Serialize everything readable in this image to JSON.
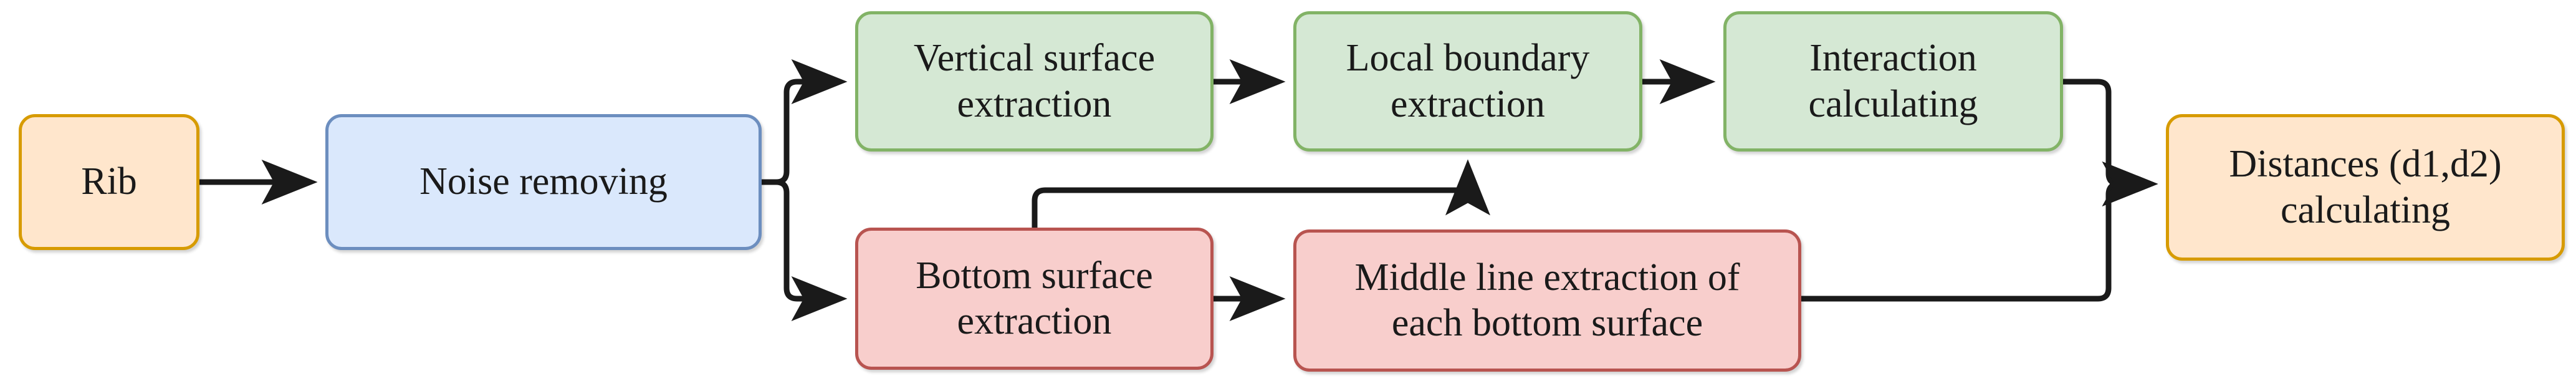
{
  "diagram": {
    "title": "Rib distance calculation pipeline flowchart",
    "background_color": "#ffffff",
    "edge_color": "#1a1a1a",
    "palette": {
      "orange_fill": "#ffe6cc",
      "orange_border": "#d79b00",
      "blue_fill": "#dae8fc",
      "blue_border": "#6c8ebf",
      "green_fill": "#d5e8d4",
      "green_border": "#82b366",
      "red_fill": "#f8cecc",
      "red_border": "#b85450"
    },
    "nodes": [
      {
        "id": "rib",
        "label": "Rib",
        "color": "orange"
      },
      {
        "id": "noise_removing",
        "label": "Noise removing",
        "color": "blue"
      },
      {
        "id": "vertical_surface",
        "label": "Vertical surface\nextraction",
        "color": "green"
      },
      {
        "id": "local_boundary",
        "label": "Local boundary\nextraction",
        "color": "green"
      },
      {
        "id": "interaction",
        "label": "Interaction\ncalculating",
        "color": "green"
      },
      {
        "id": "bottom_surface",
        "label": "Bottom surface\nextraction",
        "color": "red"
      },
      {
        "id": "middle_line",
        "label": "Middle line extraction of\neach bottom surface",
        "color": "red"
      },
      {
        "id": "distances",
        "label": "Distances (d1,d2)\ncalculating",
        "color": "orange"
      }
    ],
    "edges": [
      {
        "id": "e1",
        "from": "rib",
        "to": "noise_removing",
        "style": "straight",
        "arrow": true
      },
      {
        "id": "e2",
        "from": "noise_removing",
        "to": "vertical_surface",
        "style": "branch-up",
        "arrow": true
      },
      {
        "id": "e3",
        "from": "noise_removing",
        "to": "bottom_surface",
        "style": "branch-down",
        "arrow": true
      },
      {
        "id": "e4",
        "from": "vertical_surface",
        "to": "local_boundary",
        "style": "straight",
        "arrow": true
      },
      {
        "id": "e5",
        "from": "local_boundary",
        "to": "interaction",
        "style": "straight",
        "arrow": true
      },
      {
        "id": "e6",
        "from": "bottom_surface",
        "to": "middle_line",
        "style": "straight",
        "arrow": true
      },
      {
        "id": "e7",
        "from": "bottom_surface",
        "to": "local_boundary",
        "style": "up-then-right-then-up",
        "arrow": true
      },
      {
        "id": "e8",
        "from": "interaction",
        "to": "distances",
        "style": "right-then-down-merge",
        "arrow": true
      },
      {
        "id": "e9",
        "from": "middle_line",
        "to": "distances",
        "style": "right-then-up-merge",
        "arrow": true
      }
    ]
  }
}
